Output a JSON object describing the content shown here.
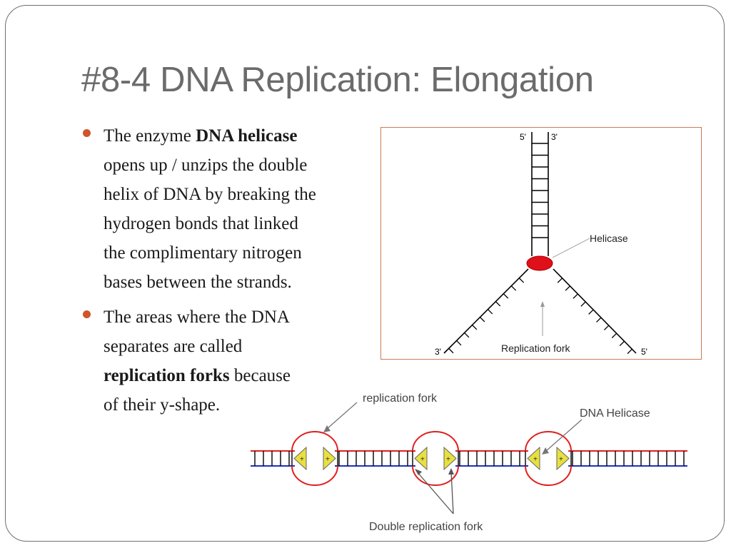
{
  "slide": {
    "title": "#8-4 DNA Replication: Elongation"
  },
  "bullets": [
    {
      "lines": [
        [
          {
            "t": "The enzyme "
          },
          {
            "t": "DNA helicase",
            "b": true
          }
        ],
        [
          {
            "t": "opens up / unzips the double"
          }
        ],
        [
          {
            "t": "helix of DNA by breaking the"
          }
        ],
        [
          {
            "t": "hydrogen bonds that linked"
          }
        ],
        [
          {
            "t": "the complimentary nitrogen"
          }
        ],
        [
          {
            "t": "bases between the strands."
          }
        ]
      ]
    },
    {
      "lines": [
        [
          {
            "t": "The areas where the DNA"
          }
        ],
        [
          {
            "t": "separates are called"
          }
        ],
        [
          {
            "t": "replication forks",
            "b": true
          },
          {
            "t": " because"
          }
        ],
        [
          {
            "t": "of their y-shape."
          }
        ]
      ]
    }
  ],
  "top_figure": {
    "label_5_prime_top": "5'",
    "label_3_prime_top": "3'",
    "label_helicase": "Helicase",
    "label_replication_fork": "Replication fork",
    "label_3_prime_left": "3'",
    "label_5_prime_right": "5'"
  },
  "bottom_figure": {
    "label_replication_fork": "replication fork",
    "label_dna_helicase": "DNA Helicase",
    "label_double_fork": "Double replication fork",
    "helicase_mark": "+"
  },
  "colors": {
    "bullet": "#d0542c",
    "helicase_red": "#e0101a",
    "strand_red": "#e02020",
    "strand_blue": "#2030c0",
    "helicase_yellow": "#e8e040"
  }
}
